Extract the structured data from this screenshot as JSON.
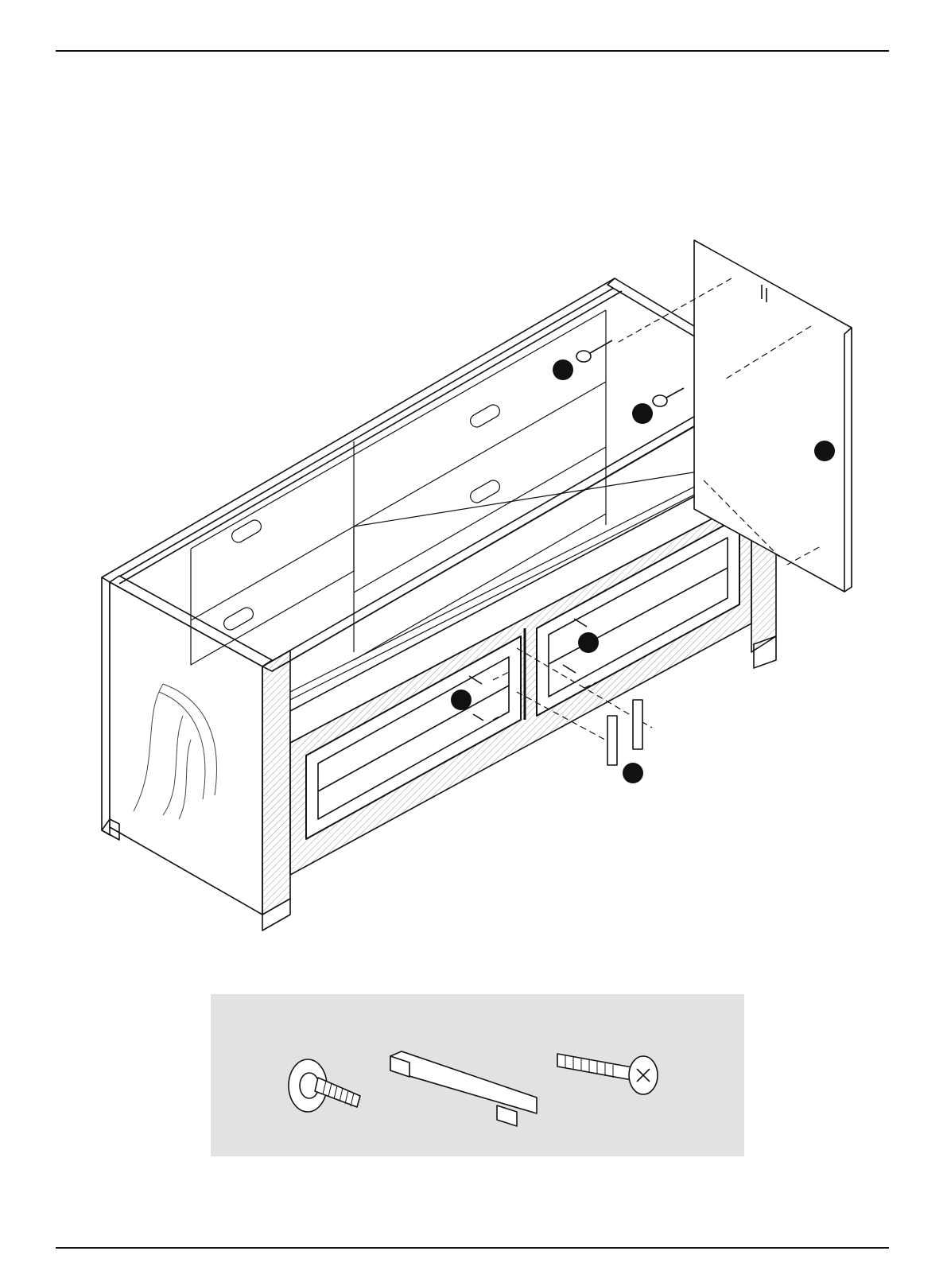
{
  "header": {},
  "figure": {
    "callouts": [
      {
        "id": "callout-leveler-upper"
      },
      {
        "id": "callout-leveler-lower"
      },
      {
        "id": "callout-back-panel"
      },
      {
        "id": "callout-door-screw-right"
      },
      {
        "id": "callout-door-screw-left"
      },
      {
        "id": "callout-handle"
      }
    ]
  },
  "hardware": {
    "items": [
      {
        "icon": "leveling-foot-icon"
      },
      {
        "icon": "door-handle-icon"
      },
      {
        "icon": "handle-screw-icon"
      }
    ]
  },
  "colors": {
    "line": "#111111",
    "panel": "#e2e2e2",
    "callout": "#111111"
  }
}
